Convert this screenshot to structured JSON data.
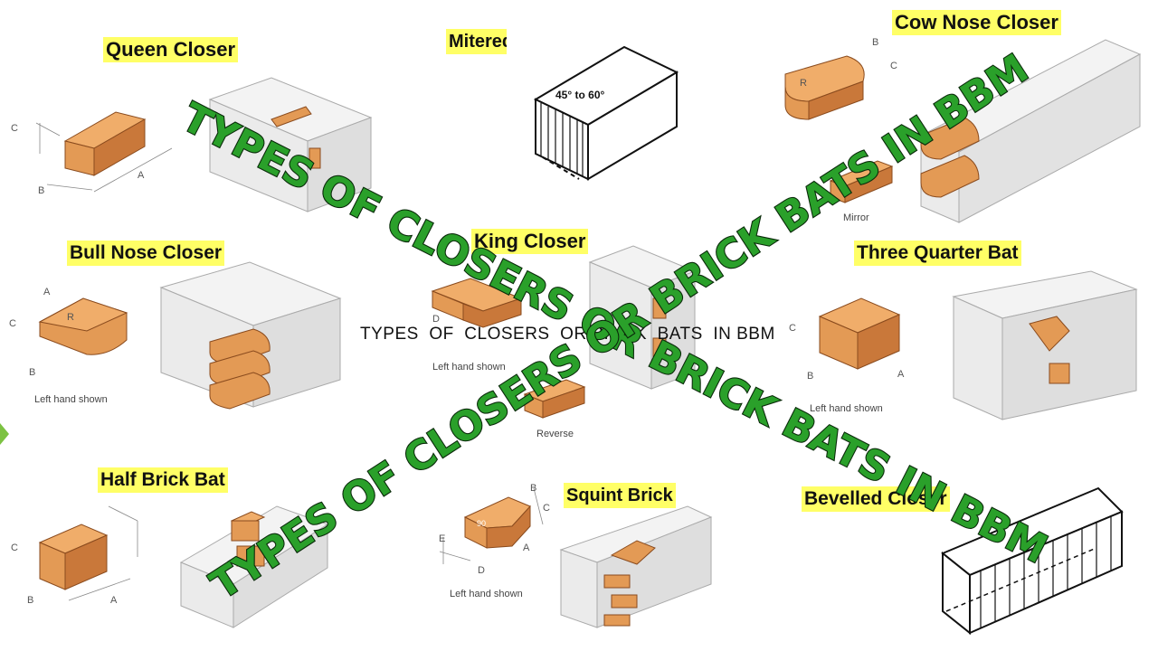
{
  "panels": {
    "queen_closer": {
      "title": "Queen Closer",
      "dims": {
        "a": "A",
        "b": "B",
        "c": "C"
      }
    },
    "mitered_closer": {
      "title": "Mitered Closer",
      "angle": "45° to 60°"
    },
    "cow_nose_closer": {
      "title": "Cow Nose Closer",
      "dims": {
        "b": "B",
        "c": "C",
        "r": "R"
      },
      "caption": "Mirror"
    },
    "bull_nose_closer": {
      "title": "Bull Nose Closer",
      "dims": {
        "a": "A",
        "b": "B",
        "c": "C",
        "r": "R"
      },
      "caption": "Left hand shown"
    },
    "king_closer": {
      "title": "King Closer",
      "dims": {
        "d": "D"
      },
      "caption": "Left hand shown",
      "caption2": "Reverse"
    },
    "three_quarter_bat": {
      "title": "Three Quarter Bat",
      "dims": {
        "a": "A",
        "b": "B",
        "c": "C"
      },
      "caption": "Left hand shown"
    },
    "half_brick_bat": {
      "title": "Half Brick Bat",
      "dims": {
        "a": "A",
        "b": "B",
        "c": "C"
      }
    },
    "squint_brick": {
      "title": "Squint Brick",
      "dims": {
        "a": "A",
        "b": "B",
        "c": "C",
        "d": "D",
        "e": "E"
      },
      "angle": "90",
      "caption": "Left hand shown"
    },
    "bevelled_closer": {
      "title": "Bevelled Closer"
    }
  },
  "overlay": {
    "center_text": "TYPES  OF  CLOSERS  OR BRICK  BATS  IN BBM",
    "diagonal_1": "TYPES  OF  CLOSERS  OR  BRICK  BATS  IN  BBM",
    "diagonal_2": "TYPES  OF  CLOSERS  OR  BRICK  BATS  IN  BBM"
  },
  "colors": {
    "brick": "#e39a55",
    "brick_dark": "#c9783a",
    "grey_brick": "#ececec",
    "title_bg": "#ffff66",
    "overlay_text": "#2aa02a"
  }
}
